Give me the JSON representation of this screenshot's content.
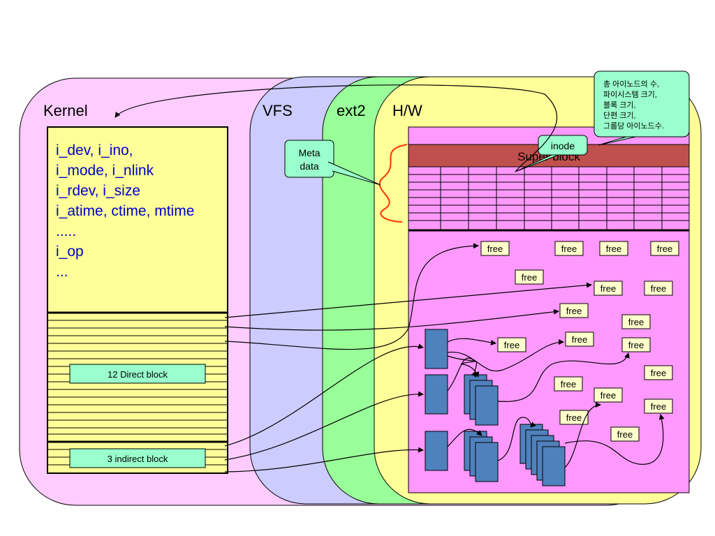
{
  "layers": {
    "kernel": "Kernel",
    "vfs": "VFS",
    "ext2": "ext2",
    "hw": "H/W"
  },
  "inode_fields": [
    "i_dev, i_ino,",
    "i_mode, i_nlink",
    "i_rdev, i_size",
    "i_atime, ctime, mtime",
    ".....",
    "i_op",
    "..."
  ],
  "direct_block_label": "12  Direct block",
  "indirect_block_label": "3 indirect block",
  "super_block_label": "Super block",
  "meta_callout": [
    "Meta",
    "data"
  ],
  "inode_callout": "inode",
  "note_callout": [
    "총 아이노드의 수,",
    "파이시스템 크기,",
    "블록 크기,",
    "단편 크기,",
    "그룹당 아이노드수."
  ],
  "free_label": "free",
  "colors": {
    "kernel": "#FFCCFF",
    "vfs": "#CCCCFF",
    "ext2": "#99FF99",
    "hw": "#FFFF99",
    "disk": "#FF99FF",
    "superblock": "#C0504D",
    "block": "#4F81BD",
    "callout": "#99FFCC",
    "free": "#FFFFCC",
    "inode_text": "#0000CC"
  }
}
